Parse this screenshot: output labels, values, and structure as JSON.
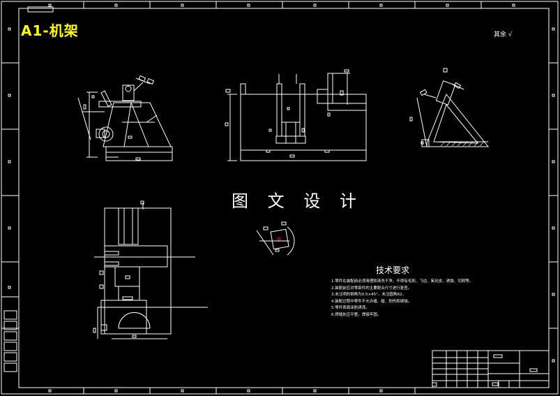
{
  "drawing": {
    "title": "A1-机架",
    "roughness_note": "其余",
    "roughness_symbol": "√",
    "watermark": "图 文 设 计",
    "tech_requirements": {
      "title": "技术要求",
      "lines": [
        "1.零件在装配前必须清理和清洗干净，不得有毛刺、飞边、氧化皮、锈蚀、切屑等。",
        "2.装配前应对零部件的主要配合尺寸进行复查。",
        "3.未注明的倒角为0.5×45°，未注圆角R2。",
        "4.装配过程中零件不允许磕、碰、划伤和锈蚀。",
        "5.零件表面涂防锈漆。",
        "6.焊缝处应平整，焊接牢固。"
      ]
    }
  },
  "colors": {
    "background": "#000000",
    "lines": "#ffffff",
    "title": "#ffff00",
    "accent": "#ff0000"
  }
}
